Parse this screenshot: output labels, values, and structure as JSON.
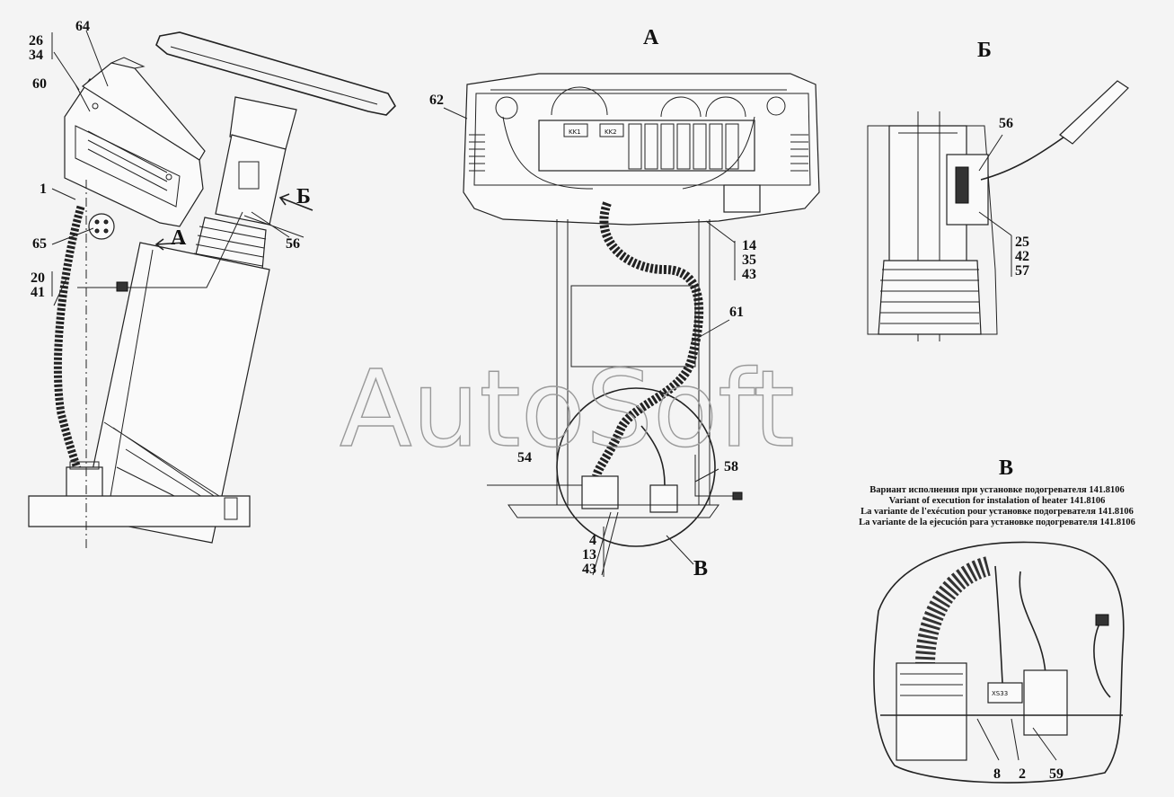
{
  "labels": {
    "l64": "64",
    "l26": "26",
    "l34": "34",
    "l60": "60",
    "l1": "1",
    "l65": "65",
    "l20": "20",
    "l41": "41",
    "l56a": "56",
    "l62": "62",
    "l14": "14",
    "l35": "35",
    "l43a": "43",
    "l61": "61",
    "l54": "54",
    "l58": "58",
    "l4": "4",
    "l13": "13",
    "l43b": "43",
    "l56b": "56",
    "l25": "25",
    "l42": "42",
    "l57": "57",
    "l8": "8",
    "l2": "2",
    "l59": "59"
  },
  "views": {
    "a_title": "А",
    "a_arrow": "А",
    "b_title": "Б",
    "b_arrow": "Б",
    "v_title": "В",
    "v_callout": "В"
  },
  "heater_note": [
    "Вариант исполнения при установке подогревателя 141.8106",
    "Variant of execution for instalation of heater 141.8106",
    "La variante de l'exécution pour установке подогревателя 141.8106",
    "La variante de la ejecución para установке подогревателя 141.8106"
  ],
  "panel_marks": {
    "kk1": "KK1",
    "kk2": "KK2",
    "xs33": "XS33"
  },
  "watermark": "AutoSoft",
  "colors": {
    "line": "#222222",
    "paper": "#f4f4f4",
    "watermark": "#9a9a9a"
  }
}
